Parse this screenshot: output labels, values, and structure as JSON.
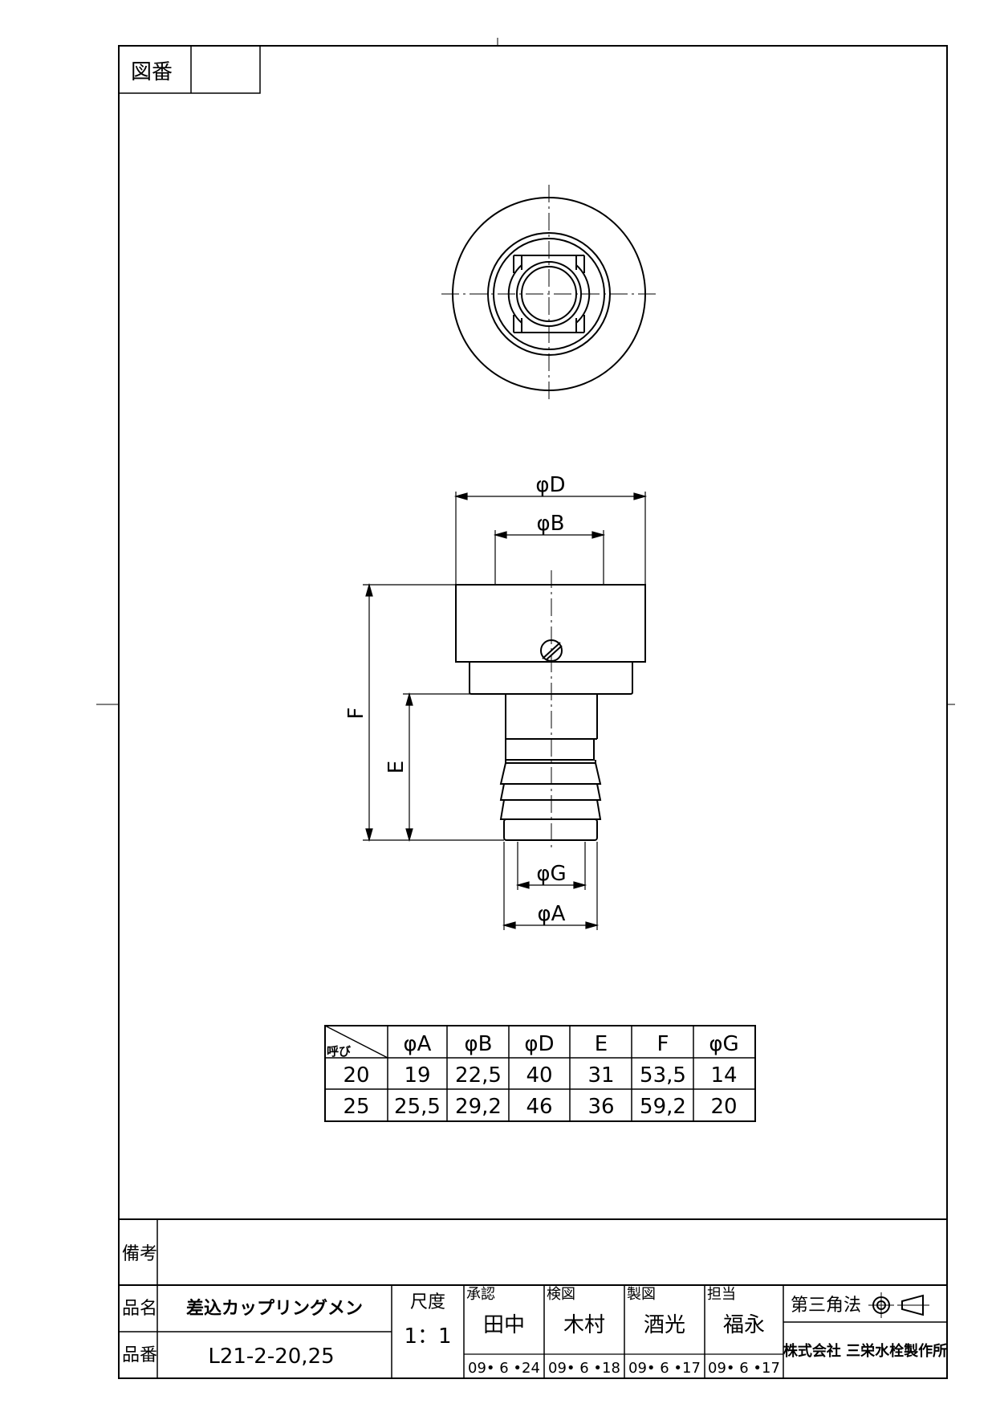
{
  "drawing_number": {
    "label": "図番",
    "value": ""
  },
  "dimension_labels": {
    "phi_D": "φD",
    "phi_B": "φB",
    "F": "F",
    "E": "E",
    "phi_G": "φG",
    "phi_A": "φA"
  },
  "spec_table": {
    "corner_label": "呼び",
    "headers": [
      "φA",
      "φB",
      "φD",
      "E",
      "F",
      "φG"
    ],
    "rows": [
      [
        "20",
        "19",
        "22,5",
        "40",
        "31",
        "53,5",
        "14"
      ],
      [
        "25",
        "25,5",
        "29,2",
        "46",
        "36",
        "59,2",
        "20"
      ]
    ]
  },
  "title_block": {
    "remarks_label": "備考",
    "product_name_label": "品名",
    "product_name": "差込カップリングメン",
    "product_number_label": "品番",
    "product_number": "L21-2-20,25",
    "scale_label": "尺度",
    "scale": "1：1",
    "approvals": [
      {
        "role": "承認",
        "name": "田中",
        "date": "09• 6 •24"
      },
      {
        "role": "検図",
        "name": "木村",
        "date": "09• 6 •18"
      },
      {
        "role": "製図",
        "name": "酒光",
        "date": "09• 6 •17"
      },
      {
        "role": "担当",
        "name": "福永",
        "date": "09• 6 •17"
      }
    ],
    "projection_label": "第三角法",
    "company": "株式会社 三栄水栓製作所"
  }
}
